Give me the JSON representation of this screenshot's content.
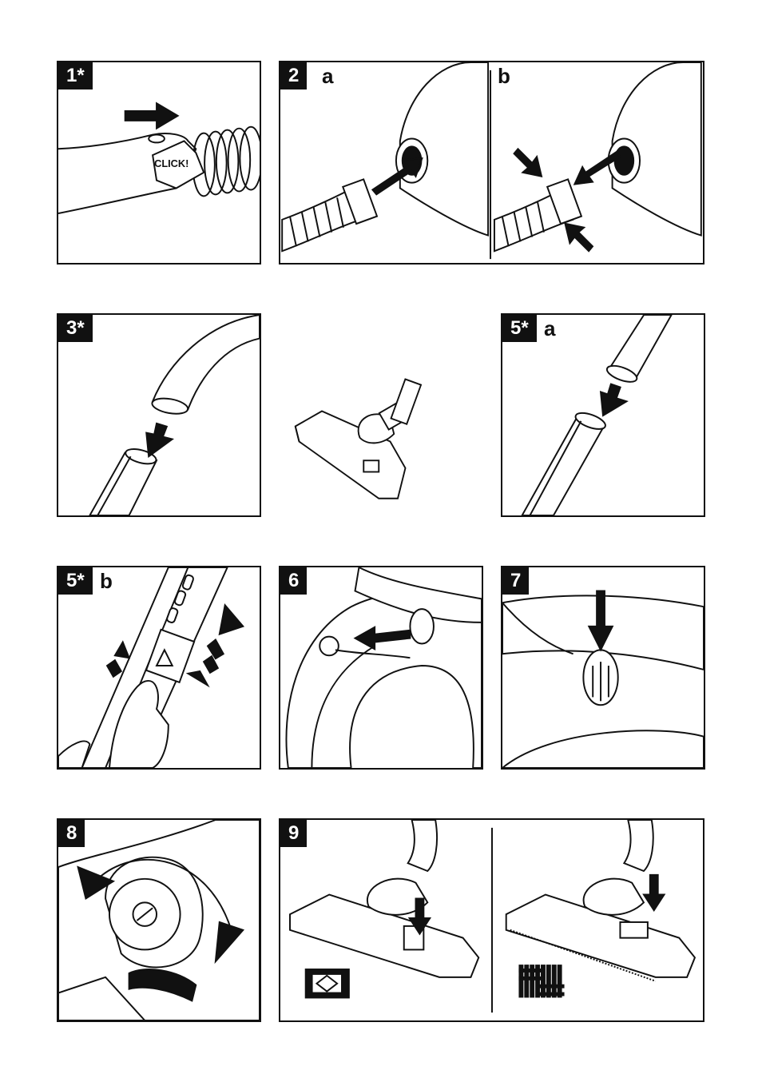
{
  "panels": {
    "p1": {
      "label": "1*",
      "click_text": "CLICK!"
    },
    "p2": {
      "label": "2",
      "sub_a": "a",
      "sub_b": "b"
    },
    "p3": {
      "label": "3*"
    },
    "p5a": {
      "label": "5*",
      "sub": "a"
    },
    "p5b": {
      "label": "5*",
      "sub": "b"
    },
    "p6": {
      "label": "6"
    },
    "p7": {
      "label": "7"
    },
    "p8": {
      "label": "8"
    },
    "p9": {
      "label": "9"
    }
  },
  "icons": {
    "hard_floor": "hard-floor-icon",
    "carpet": "carpet-icon"
  }
}
